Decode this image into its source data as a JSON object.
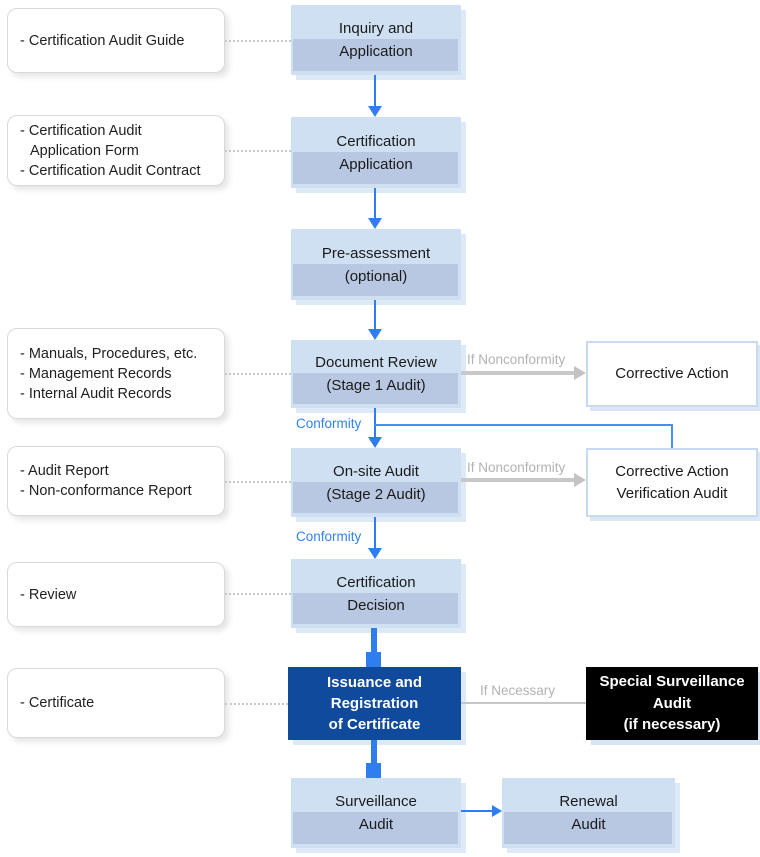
{
  "colors": {
    "accent_blue": "#2e7ef0",
    "feedback_blue": "#4a8df2",
    "step_fill": "#cfe0f3",
    "step_band": "#b9c8e2",
    "dark_blue": "#0f4a9c",
    "black_box": "#000000",
    "gray_label": "#b2b2b2",
    "gray_arrow": "#c8c8c8"
  },
  "left_notes": [
    {
      "lines": [
        "- Certification Audit Guide"
      ]
    },
    {
      "lines": [
        "- Certification Audit Application Form",
        "- Certification Audit Contract"
      ]
    },
    {
      "lines": [
        "- Manuals, Procedures, etc.",
        "- Management Records",
        "- Internal Audit Records"
      ]
    },
    {
      "lines": [
        "- Audit Report",
        "- Non-conformance Report"
      ]
    },
    {
      "lines": [
        "- Review"
      ]
    },
    {
      "lines": [
        "- Certificate"
      ]
    }
  ],
  "flow_steps": [
    {
      "lines": [
        "Inquiry and",
        "Application"
      ]
    },
    {
      "lines": [
        "Certification",
        "Application"
      ]
    },
    {
      "lines": [
        "Pre-assessment",
        "(optional)"
      ]
    },
    {
      "lines": [
        "Document Review",
        "(Stage 1 Audit)"
      ]
    },
    {
      "lines": [
        "On-site Audit",
        "(Stage 2 Audit)"
      ]
    },
    {
      "lines": [
        "Certification",
        "Decision"
      ]
    },
    {
      "lines": [
        "Issuance and",
        "Registration",
        "of Certificate"
      ]
    },
    {
      "lines": [
        "Surveillance",
        "Audit"
      ]
    }
  ],
  "side_boxes": [
    {
      "lines": [
        "Corrective Action"
      ]
    },
    {
      "lines": [
        "Corrective Action",
        "Verification Audit"
      ]
    },
    {
      "lines": [
        "Special Surveillance",
        "Audit",
        "(if necessary)"
      ]
    },
    {
      "lines": [
        "Renewal",
        "Audit"
      ]
    }
  ],
  "labels": {
    "if_nonconformity_1": "If Nonconformity",
    "if_nonconformity_2": "If Nonconformity",
    "if_necessary": "If Necessary",
    "conformity_1": "Conformity",
    "conformity_2": "Conformity"
  }
}
